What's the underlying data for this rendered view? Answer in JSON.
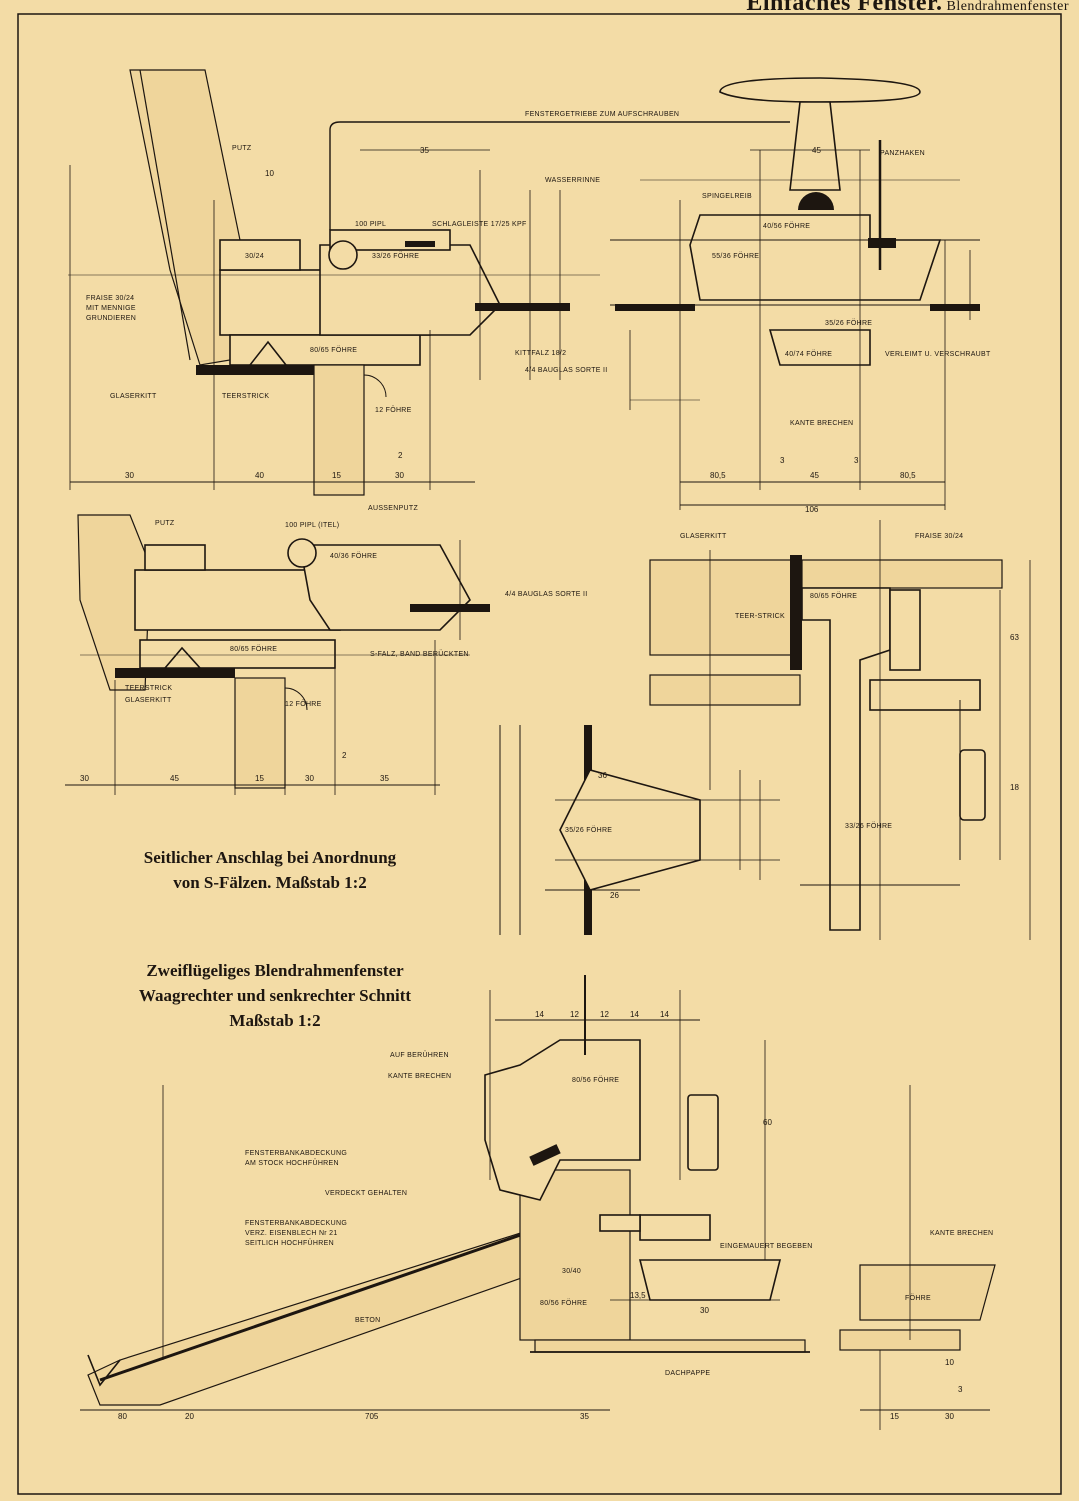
{
  "header": {
    "title": "Einfaches Fenster.",
    "subtitle": "Blendrahmenfenster"
  },
  "captions": {
    "side_rebate": [
      "Seitlicher Anschlag bei Anordnung",
      "von S-Fälzen. Maßstab 1:2"
    ],
    "double_window": [
      "Zweiflügeliges Blendrahmenfenster",
      "Waagrechter und senkrechter Schnitt",
      "Maßstab 1:2"
    ]
  },
  "labels": {
    "t1": "PUTZ",
    "t2": "FENSTERGETRIEBE ZUM AUFSCHRAUBEN",
    "t3": "WASSERRINNE",
    "t4": "PANZHAKEN",
    "t5": "100 PIPL",
    "t6": "SCHLAGLEISTE 17/25 KPF",
    "t7": "SPINGELREIB",
    "t8": "30/24",
    "t9": "33/26 FÖHRE",
    "t10": "40/56 FÖHRE",
    "t11": "55/36 FÖHRE",
    "t12": "FRAISE 30/24",
    "t13": "MIT MENNIGE",
    "t14": "GRUNDIEREN",
    "t15": "80/65 FÖHRE",
    "t16": "KITTFALZ 18/2",
    "t17": "4/4 BAUGLAS SORTE II",
    "t18": "35/26 FÖHRE",
    "t19": "40/74 FÖHRE",
    "t20": "VERLEIMT U. VERSCHRAUBT",
    "t21": "GLASERKITT",
    "t22": "TEERSTRICK",
    "t23": "12 FÖHRE",
    "t24": "KANTE BRECHEN",
    "t25": "AUSSENPUTZ",
    "t26": "PUTZ",
    "t27": "100 PIPL (ITEL)",
    "t28": "40/36 FÖHRE",
    "t29": "4/4 BAUGLAS SORTE II",
    "t30": "S-FALZ, BAND BERÜCKTEN",
    "t31": "80/65 FÖHRE",
    "t32": "TEERSTRICK",
    "t33": "GLASERKITT",
    "t34": "12 FÖHRE",
    "t35": "GLASERKITT",
    "t36": "FRAISE 30/24",
    "t37": "80/65 FÖHRE",
    "t38": "TEER-STRICK",
    "t39": "35/26 FÖHRE",
    "t40": "33/26 FÖHRE",
    "t41": "AUF BERÜHREN",
    "t42": "KANTE BRECHEN",
    "t43": "80/56 FÖHRE",
    "t44": "FENSTERBANKABDECKUNG",
    "t45": "AM STOCK HOCHFÜHREN",
    "t46": "VERDECKT GEHALTEN",
    "t47": "FENSTERBANKABDECKUNG",
    "t48": "VERZ. EISENBLECH Nr 21",
    "t49": "SEITLICH HOCHFÜHREN",
    "t50": "EINGEMAUERT BEGEBEN",
    "t51": "KANTE BRECHEN",
    "t52": "BETON",
    "t53": "80/56 FÖHRE",
    "t54": "FÖHRE",
    "t55": "DACHPAPPE",
    "t56": "30/40"
  },
  "dimensions": {
    "d1": "30",
    "d2": "40",
    "d3": "15",
    "d4": "30",
    "d5": "80,5",
    "d6": "45",
    "d7": "80,5",
    "d8": "106",
    "d9": "30",
    "d10": "45",
    "d11": "15",
    "d12": "30",
    "d13": "35",
    "d14": "14",
    "d15": "12",
    "d16": "12",
    "d17": "14",
    "d18": "14",
    "d19": "80",
    "d20": "20",
    "d21": "705",
    "d22": "35",
    "d23": "15",
    "d24": "30",
    "d25": "26",
    "d26": "36",
    "d27": "35",
    "d28": "10",
    "d29": "3",
    "d30": "45",
    "d31": "3",
    "d32": "2",
    "d33": "2",
    "d34": "18",
    "d35": "63",
    "d36": "10",
    "d37": "60",
    "d38": "13,5",
    "d39": "30",
    "d40": "3"
  }
}
